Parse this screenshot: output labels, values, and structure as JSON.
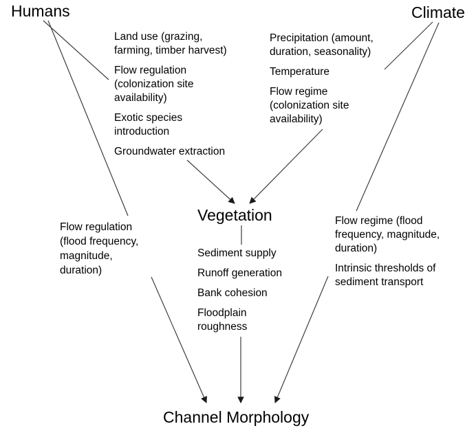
{
  "page": {
    "background_color": "#ffffff",
    "text_color": "#000000",
    "line_color": "#3d3d3d",
    "arrow_color": "#1a1a1a"
  },
  "nodes": {
    "humans": "Humans",
    "climate": "Climate",
    "vegetation": "Vegetation",
    "channel_morphology": "Channel Morphology"
  },
  "factor_groups": {
    "humans_to_vegetation": [
      "Land use (grazing,\nfarming, timber harvest)",
      "Flow regulation\n(colonization site\navailability)",
      "Exotic species\nintroduction",
      "Groundwater extraction"
    ],
    "climate_to_vegetation": [
      "Precipitation (amount,\nduration, seasonality)",
      "Temperature",
      "Flow regime\n(colonization site\navailability)"
    ],
    "humans_to_channel": [
      "Flow regulation\n(flood frequency,\nmagnitude,\nduration)"
    ],
    "climate_to_channel": [
      "Flow regime (flood\nfrequency, magnitude,\nduration)",
      "Intrinsic thresholds of\nsediment transport"
    ],
    "vegetation_to_channel": [
      "Sediment supply",
      "Runoff generation",
      "Bank cohesion",
      "Floodplain\nroughness"
    ]
  }
}
